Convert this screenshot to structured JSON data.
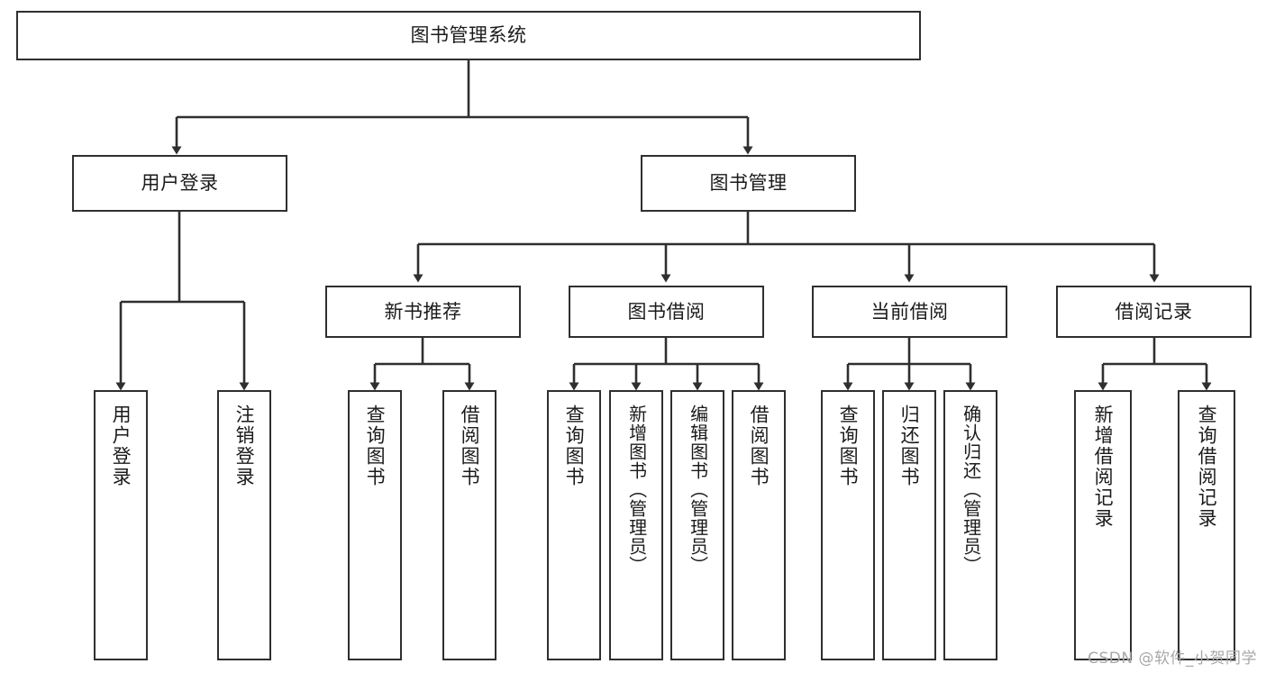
{
  "diagram": {
    "title": "图书管理系统",
    "watermark": "CSDN @软件_小贺同学",
    "line_color": "#2f2f2f",
    "box_fill": "#ffffff",
    "text_color": "#1b1b1b",
    "root": {
      "label": "图书管理系统"
    },
    "level2": [
      {
        "label": "用户登录"
      },
      {
        "label": "图书管理"
      }
    ],
    "level3": [
      {
        "label": "新书推荐"
      },
      {
        "label": "图书借阅"
      },
      {
        "label": "当前借阅"
      },
      {
        "label": "借阅记录"
      }
    ],
    "leaves": {
      "user_login": [
        {
          "label": "用户登录"
        },
        {
          "label": "注销登录"
        }
      ],
      "new_book": [
        {
          "label": "查询图书"
        },
        {
          "label": "借阅图书"
        }
      ],
      "borrow_book": [
        {
          "label": "查询图书"
        },
        {
          "label": "新增图书（管理员）"
        },
        {
          "label": "编辑图书（管理员）"
        },
        {
          "label": "借阅图书"
        }
      ],
      "current_borrow": [
        {
          "label": "查询图书"
        },
        {
          "label": "归还图书"
        },
        {
          "label": "确认归还（管理员）"
        }
      ],
      "borrow_record": [
        {
          "label": "新增借阅记录"
        },
        {
          "label": "查询借阅记录"
        }
      ]
    }
  }
}
